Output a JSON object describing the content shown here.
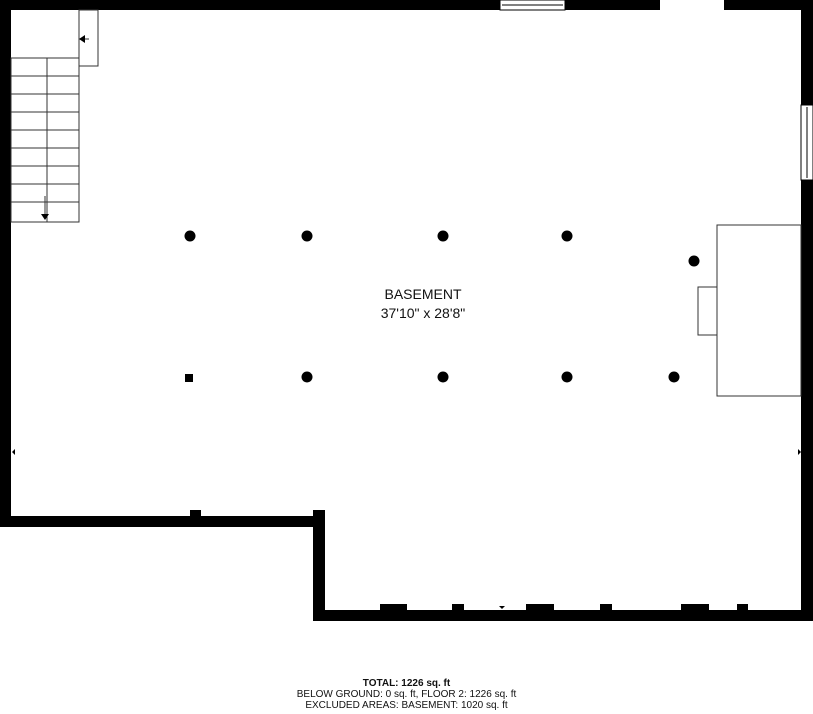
{
  "room": {
    "name": "BASEMENT",
    "dimensions": "37'10\" x 28'8\""
  },
  "totals": {
    "total": "TOTAL: 1226 sq. ft",
    "below_ground": "BELOW GROUND: 0 sq. ft, FLOOR 2: 1226 sq. ft",
    "excluded": "EXCLUDED AREAS: BASEMENT: 1020 sq. ft"
  },
  "colors": {
    "wall": "#000000",
    "background": "#ffffff",
    "line": "#333333"
  }
}
